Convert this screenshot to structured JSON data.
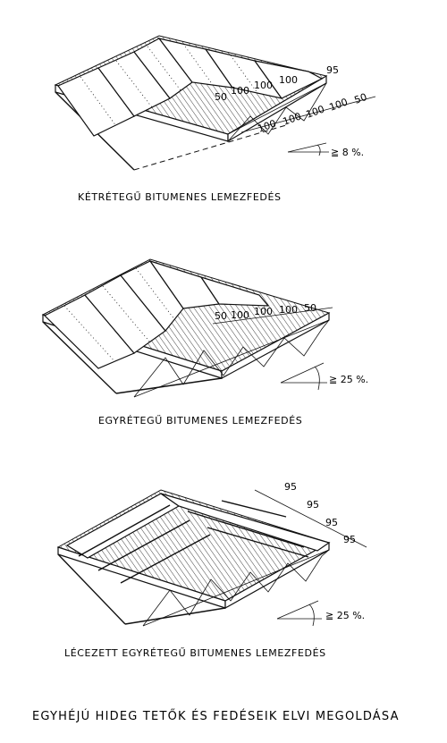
{
  "diagrams": [
    {
      "caption": "KÉTRÉTEGŰ BITUMENES LEMEZFEDÉS",
      "dims_upper": [
        "50",
        "100",
        "100",
        "100"
      ],
      "dims_lower": [
        "100",
        "100",
        "100",
        "100",
        "50"
      ],
      "dim_right": "95",
      "slope": "≧ 8 %."
    },
    {
      "caption": "EGYRÉTEGŰ BITUMENES LEMEZFEDÉS",
      "dims_upper": [
        "50",
        "100",
        "100",
        "100",
        "50"
      ],
      "slope": "≧ 25 %."
    },
    {
      "caption": "LÉCEZETT EGYRÉTEGŰ BITUMENES LEMEZFEDÉS",
      "dims_right": [
        "95",
        "95",
        "95",
        "95"
      ],
      "slope": "≧ 25 %."
    }
  ],
  "title": "EGYHÉJÚ HIDEG TETŐK ÉS FEDÉSEIK ELVI MEGOLDÁSA"
}
